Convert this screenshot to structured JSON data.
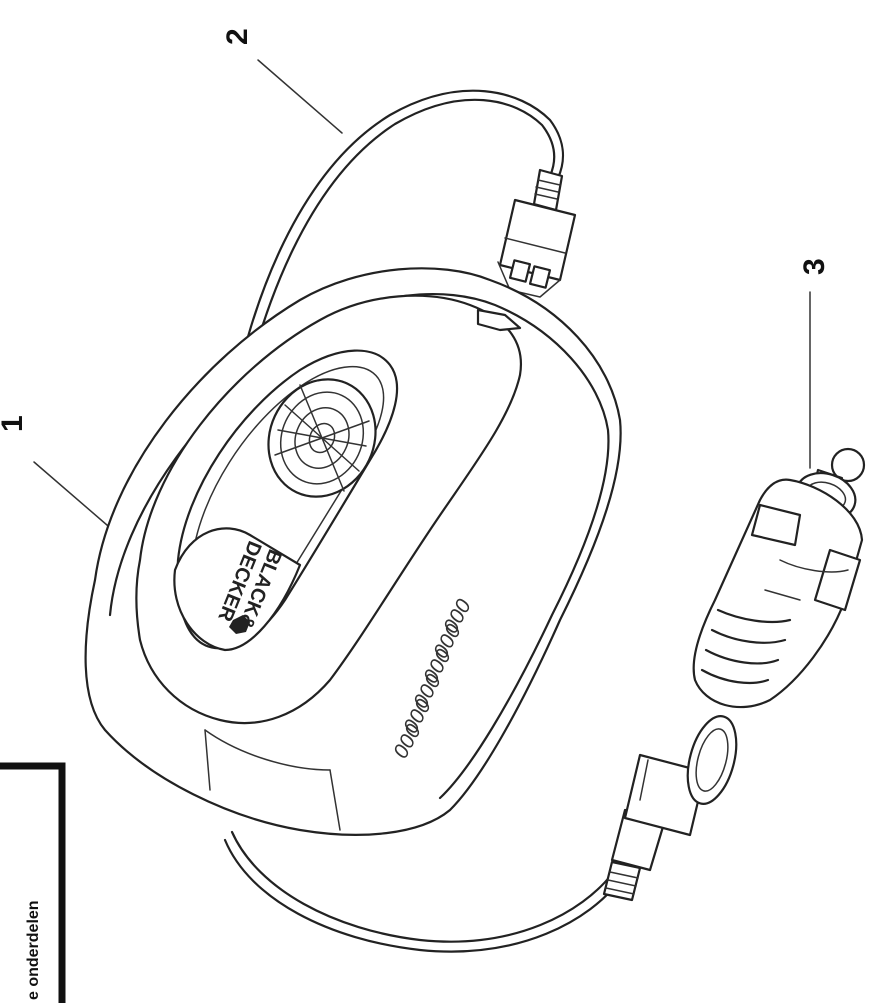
{
  "callouts": {
    "one": "1",
    "two": "2",
    "three": "3"
  },
  "frame_label": "e onderdelen",
  "brand": {
    "line1": "BLACK&",
    "line2": "DECKER"
  },
  "vent_rows": [
    "000",
    "000",
    "000",
    "000",
    "000",
    "000"
  ],
  "colors": {
    "line": "#222222",
    "background": "#ffffff"
  }
}
